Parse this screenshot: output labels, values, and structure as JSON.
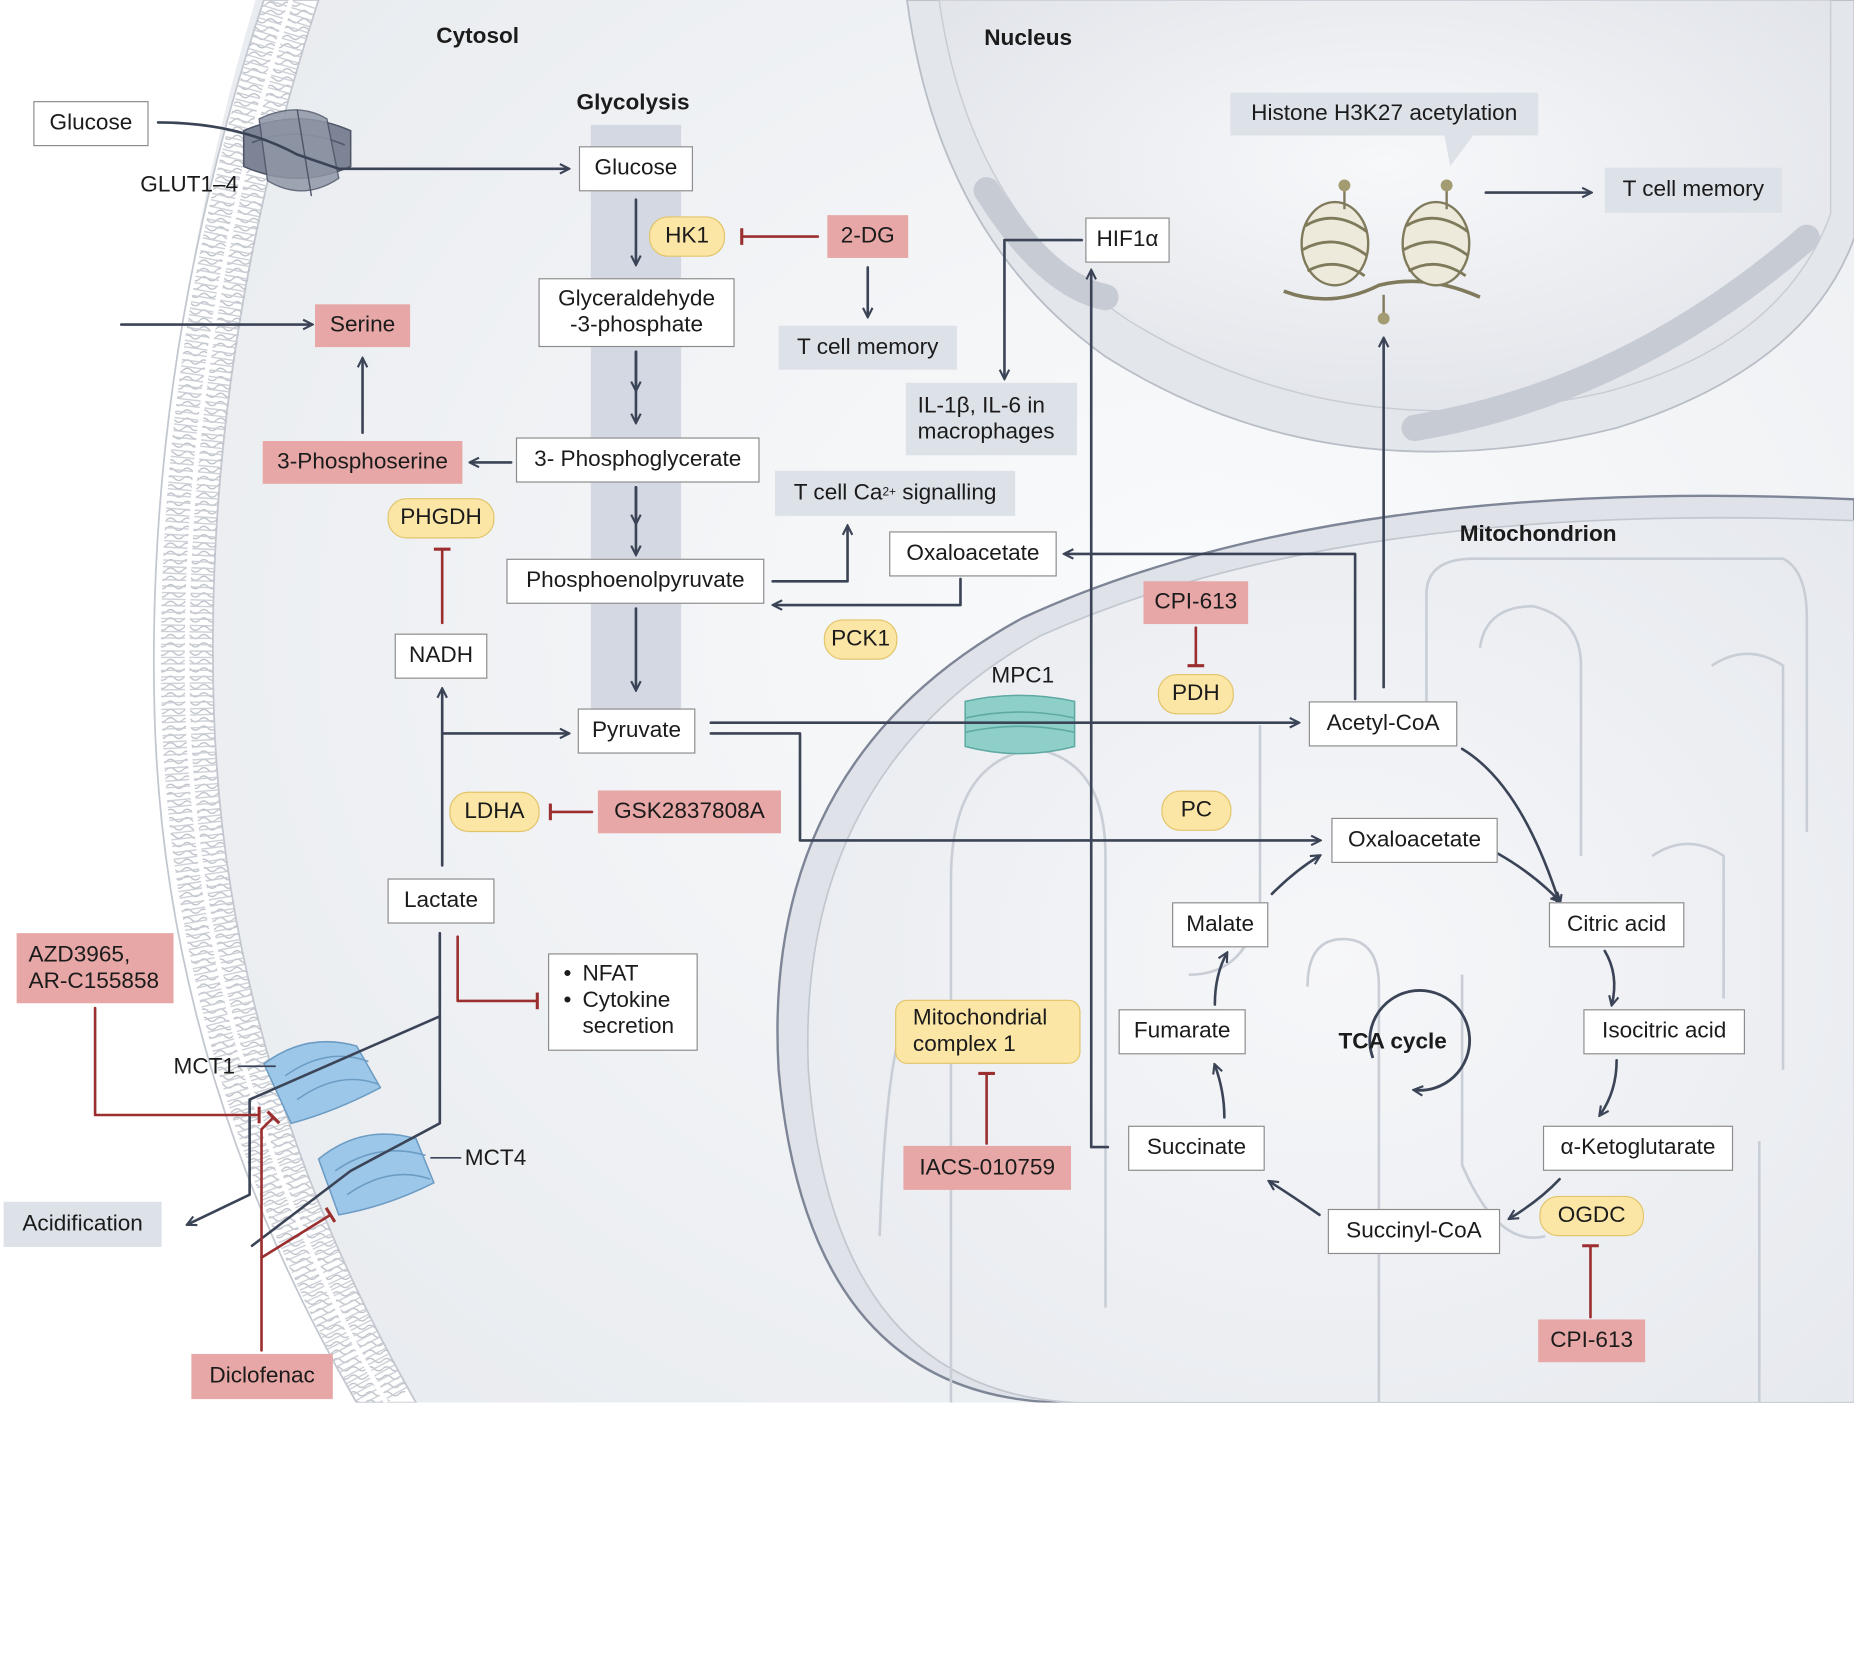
{
  "regions": {
    "cytosol": "Cytosol",
    "nucleus": "Nucleus",
    "mitochondrion": "Mitochondrion",
    "glycolysis": "Glycolysis",
    "tca_cycle": "TCA cycle"
  },
  "transporters": {
    "glut": "GLUT1–4",
    "mpc1": "MPC1",
    "mct1": "MCT1",
    "mct4": "MCT4"
  },
  "glycolysis_steps": {
    "glucose": "Glucose",
    "g3p_line1": "Glyceraldehyde",
    "g3p_line2": "-3-phosphate",
    "pg3": "3- Phosphoglycerate",
    "pep": "Phosphoenolpyruvate",
    "pyruvate": "Pyruvate"
  },
  "cytosol_nodes": {
    "glucose_ext": "Glucose",
    "serine": "Serine",
    "phosphoserine": "3-Phosphoserine",
    "nadh": "NADH",
    "lactate": "Lactate",
    "oxaloacetate": "Oxaloacetate",
    "hif1a": "HIF1α",
    "acidification": "Acidification"
  },
  "effects": {
    "t_cell_memory_2dg": "T cell memory",
    "il_line1": "IL-1β, IL-6 in",
    "il_line2": "macrophages",
    "tcell_ca_pre": "T cell Ca",
    "tcell_ca_sup": "2+",
    "tcell_ca_post": " signalling",
    "histone": "Histone H3K27 acetylation",
    "t_cell_memory_nucleus": "T cell memory",
    "nfat": "NFAT",
    "cytokine_line1": "Cytokine",
    "cytokine_line2": "secretion"
  },
  "enzymes": {
    "hk1": "HK1",
    "phgdh": "PHGDH",
    "ldha": "LDHA",
    "pck1": "PCK1",
    "pdh": "PDH",
    "pc": "PC",
    "ogdc": "OGDC",
    "complex_line1": "Mitochondrial",
    "complex_line2": "complex 1"
  },
  "inhibitors": {
    "two_dg": "2-DG",
    "gsk": "GSK2837808A",
    "azd_line1": "AZD3965,",
    "azd_line2": "AR-C155858",
    "diclofenac": "Diclofenac",
    "cpi_pdh": "CPI-613",
    "cpi_ogdc": "CPI-613",
    "iacs": "IACS-010759"
  },
  "tca": {
    "acetyl_coa": "Acetyl-CoA",
    "oxaloacetate": "Oxaloacetate",
    "citric_acid": "Citric acid",
    "isocitric_acid": "Isocitric acid",
    "akg": "α-Ketoglutarate",
    "succinyl_coa": "Succinyl-CoA",
    "succinate": "Succinate",
    "fumarate": "Fumarate",
    "malate": "Malate"
  },
  "colors": {
    "pathway_arrow": "#3b4457",
    "inhibition": "#9b2f2f",
    "drug_fill": "#e7a7a6",
    "enzyme_fill": "#fbe6a6",
    "effect_fill": "#dde1e8",
    "glycolysis_band": "#d3d8e2",
    "membrane_blue": "#9cc7e8",
    "mpc_teal": "#8fcfca"
  }
}
